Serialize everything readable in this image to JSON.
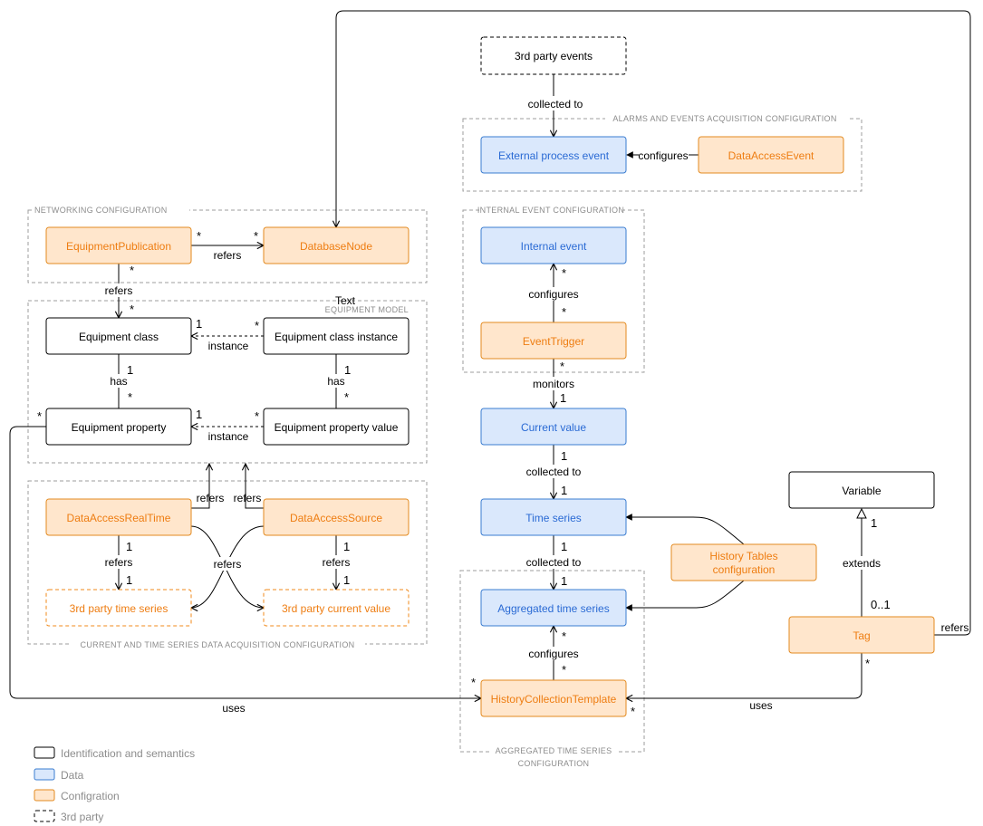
{
  "groups": {
    "alarms": "ALARMS AND EVENTS ACQUISITION CONFIGURATION",
    "networking": "NETWORKING CONFIGURATION",
    "internal": "INTERNAL EVENT CONFIGURATION",
    "equipment": "EQUIPMENT MODEL",
    "acquisition": "CURRENT AND TIME SERIES DATA ACQUISITION CONFIGURATION",
    "aggregated_1": "AGGREGATED TIME SERIES",
    "aggregated_2": "CONFIGURATION"
  },
  "nodes": {
    "third_party_events": "3rd party events",
    "external_process_event": "External process event",
    "data_access_event": "DataAccessEvent",
    "equipment_publication": "EquipmentPublication",
    "database_node": "DatabaseNode",
    "internal_event": "Internal event",
    "equipment_class": "Equipment class",
    "equipment_class_instance": "Equipment class instance",
    "event_trigger": "EventTrigger",
    "equipment_property": "Equipment property",
    "equipment_property_value": "Equipment property value",
    "current_value": "Current value",
    "variable": "Variable",
    "data_access_realtime": "DataAccessRealTime",
    "data_access_source": "DataAccessSource",
    "time_series": "Time series",
    "history_tables_1": "History Tables",
    "history_tables_2": "configuration",
    "third_party_time_series": "3rd party time series",
    "third_party_current_value": "3rd party current value",
    "aggregated_time_series": "Aggregated time series",
    "tag": "Tag",
    "history_collection_template": "HistoryCollectionTemplate"
  },
  "edges": {
    "collected_to_1": "collected to",
    "configures_1": "configures",
    "refers_1": "refers",
    "refers_2": "refers",
    "text_stray": "Text",
    "instance_1": "instance",
    "has_1": "has",
    "has_2": "has",
    "configures_2": "configures",
    "instance_2": "instance",
    "monitors": "monitors",
    "refers_3": "refers",
    "refers_4": "refers",
    "collected_to_2": "collected to",
    "refers_5": "refers",
    "refers_6": "refers",
    "refers_7": "refers",
    "extends": "extends",
    "collected_to_3": "collected to",
    "refers_tag": "refers",
    "configures_3": "configures",
    "uses_1": "uses",
    "uses_2": "uses"
  },
  "multiplicities": {
    "star": "*",
    "one": "1",
    "zero_one": "0..1"
  },
  "legend": {
    "identification": "Identification and semantics",
    "data": "Data",
    "configuration": "Configration",
    "third_party": "3rd party"
  },
  "colors": {
    "data_fill": "#dae8fc",
    "data_stroke": "#3a7cd0",
    "config_fill": "#ffe6cc",
    "config_stroke": "#e38a1f",
    "group_stroke": "#9e9e9e"
  }
}
